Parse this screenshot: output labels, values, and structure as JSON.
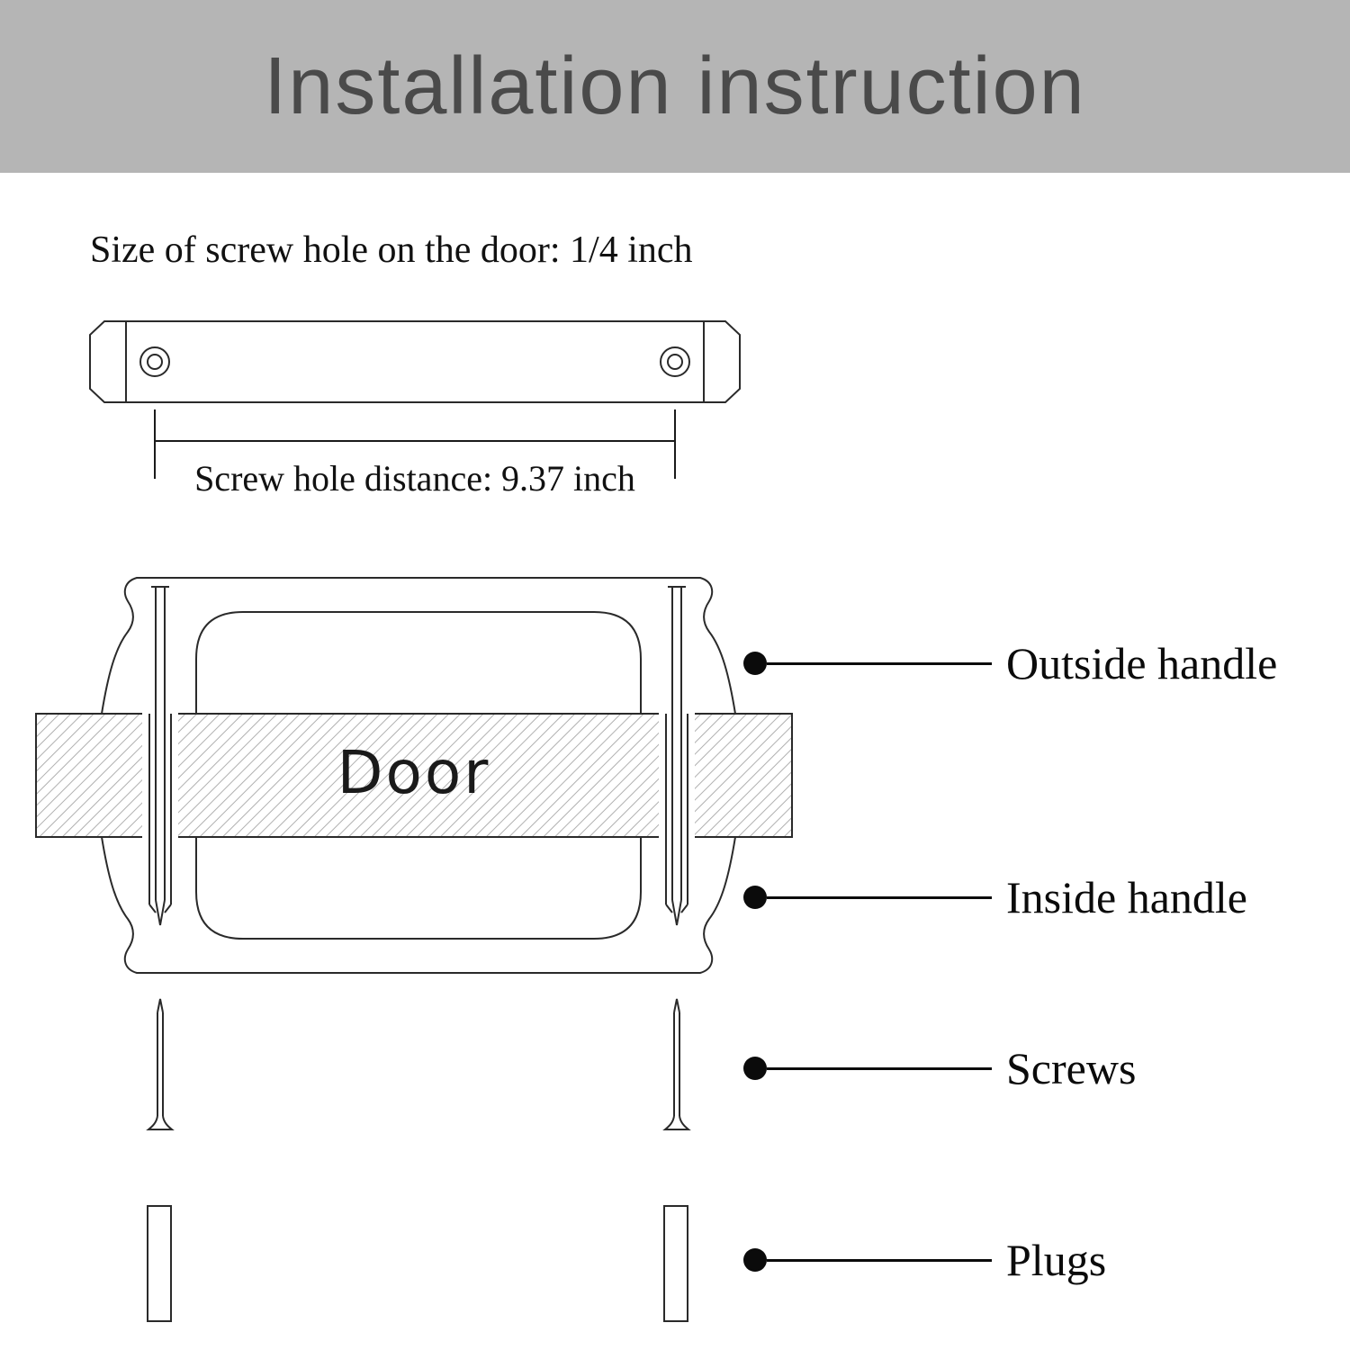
{
  "page": {
    "title": "Installation instruction"
  },
  "diagram": {
    "screw_hole_note": "Size of screw hole on the door: 1/4 inch",
    "screw_distance": "Screw hole distance: 9.37 inch",
    "door_label": "Door",
    "parts": [
      {
        "label": "Outside handle"
      },
      {
        "label": "Inside handle"
      },
      {
        "label": "Screws"
      },
      {
        "label": "Plugs"
      }
    ]
  },
  "colors": {
    "banner_bg": "#b5b5b5",
    "banner_text": "#4a4a4a",
    "line": "#2a2a2a",
    "leader": "#0b0b0b",
    "hatch": "#b0b0b0"
  }
}
